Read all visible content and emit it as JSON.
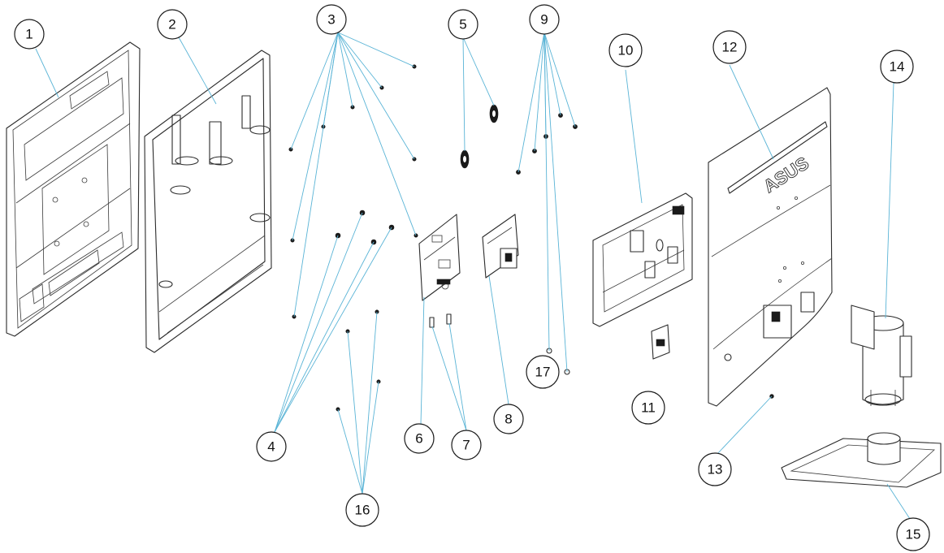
{
  "brand_mark": "ASUS",
  "callouts": [
    {
      "id": "callout-1",
      "label": "1"
    },
    {
      "id": "callout-2",
      "label": "2"
    },
    {
      "id": "callout-3",
      "label": "3"
    },
    {
      "id": "callout-4",
      "label": "4"
    },
    {
      "id": "callout-5",
      "label": "5"
    },
    {
      "id": "callout-6",
      "label": "6"
    },
    {
      "id": "callout-7",
      "label": "7"
    },
    {
      "id": "callout-8",
      "label": "8"
    },
    {
      "id": "callout-9",
      "label": "9"
    },
    {
      "id": "callout-10",
      "label": "10"
    },
    {
      "id": "callout-11",
      "label": "11"
    },
    {
      "id": "callout-12",
      "label": "12"
    },
    {
      "id": "callout-13",
      "label": "13"
    },
    {
      "id": "callout-14",
      "label": "14"
    },
    {
      "id": "callout-15",
      "label": "15"
    },
    {
      "id": "callout-16",
      "label": "16"
    },
    {
      "id": "callout-17",
      "label": "17"
    }
  ],
  "colors": {
    "leader_line": "#5ab4d6",
    "outline": "#2b2b2b",
    "background": "#ffffff"
  }
}
